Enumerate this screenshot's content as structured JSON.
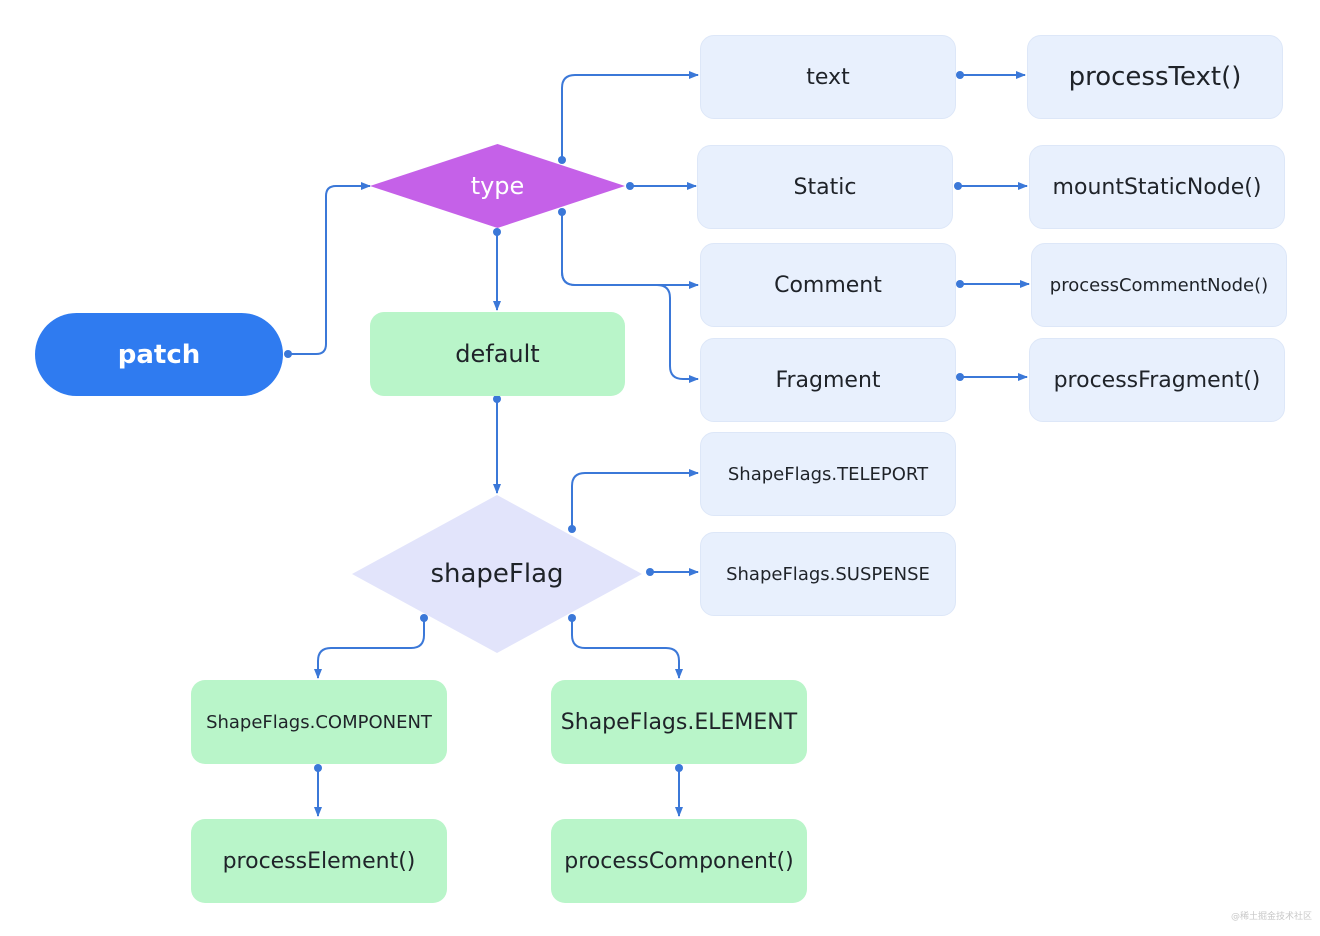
{
  "colors": {
    "connector": "#3b78d8",
    "start_pill": "#2f7bf0",
    "type_diamond": "#c561e8",
    "shapeflag_diamond": "#e2e4fb",
    "blue_box": "#e8f0fd",
    "green_box": "#b9f5c9"
  },
  "nodes": {
    "patch": "patch",
    "type": "type",
    "default": "default",
    "shapeFlag": "shapeFlag",
    "text": "text",
    "static": "Static",
    "comment": "Comment",
    "fragment": "Fragment",
    "process_text": "processText()",
    "mount_static_node": "mountStaticNode()",
    "process_comment_node": "processCommentNode()",
    "process_fragment": "processFragment()",
    "teleport": "ShapeFlags.TELEPORT",
    "suspense": "ShapeFlags.SUSPENSE",
    "component": "ShapeFlags.COMPONENT",
    "element": "ShapeFlags.ELEMENT",
    "process_element": "processElement()",
    "process_component": "processComponent()"
  },
  "watermark": "@稀土掘金技术社区"
}
